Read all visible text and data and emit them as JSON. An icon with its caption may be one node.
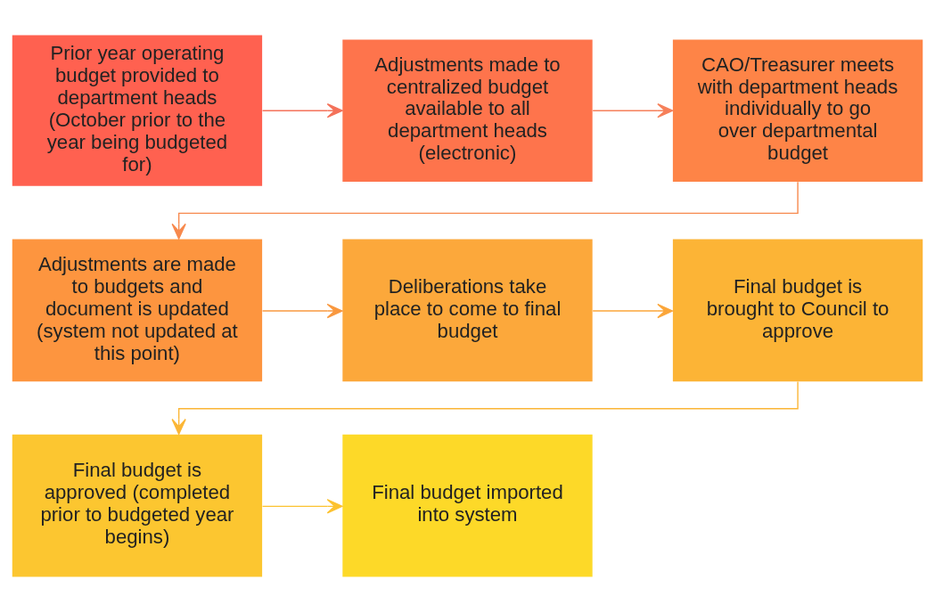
{
  "diagram": {
    "nodes": [
      {
        "text": [
          "Prior year operating budget provided to department heads (October prior to the year being budgeted for)"
        ]
      },
      {
        "text": [
          "Adjustments made to centralized budget available to all department heads (electronic)"
        ]
      },
      {
        "text": [
          "CAO/Treasurer meets with department heads individually to go over departmental budget"
        ]
      },
      {
        "text": [
          "Adjustments are made to budgets and document is updated (system not updated at this point)"
        ]
      },
      {
        "text": [
          "Deliberations take place to come to final budget"
        ]
      },
      {
        "text": [
          "Final budget is brought to Council to approve"
        ]
      },
      {
        "text": [
          "Final budget is approved (completed prior to budgeted year begins)"
        ]
      },
      {
        "text": [
          "Final budget imported into system"
        ]
      }
    ],
    "edges": [
      {
        "from": 0,
        "to": 1,
        "arrow": "to",
        "color": "#f4725a"
      },
      {
        "from": 1,
        "to": 2,
        "arrow": "to",
        "color": "#f6805a"
      },
      {
        "from": 2,
        "to": 3,
        "arrow": "to",
        "color": "#f7894d"
      },
      {
        "from": 3,
        "to": 4,
        "arrow": "to",
        "color": "#f9983f"
      },
      {
        "from": 4,
        "to": 5,
        "arrow": "to",
        "color": "#fba63a"
      },
      {
        "from": 5,
        "to": 6,
        "arrow": "to",
        "color": "#fbb636"
      },
      {
        "from": 6,
        "to": 7,
        "arrow": "to",
        "color": "#fcc230"
      }
    ]
  }
}
